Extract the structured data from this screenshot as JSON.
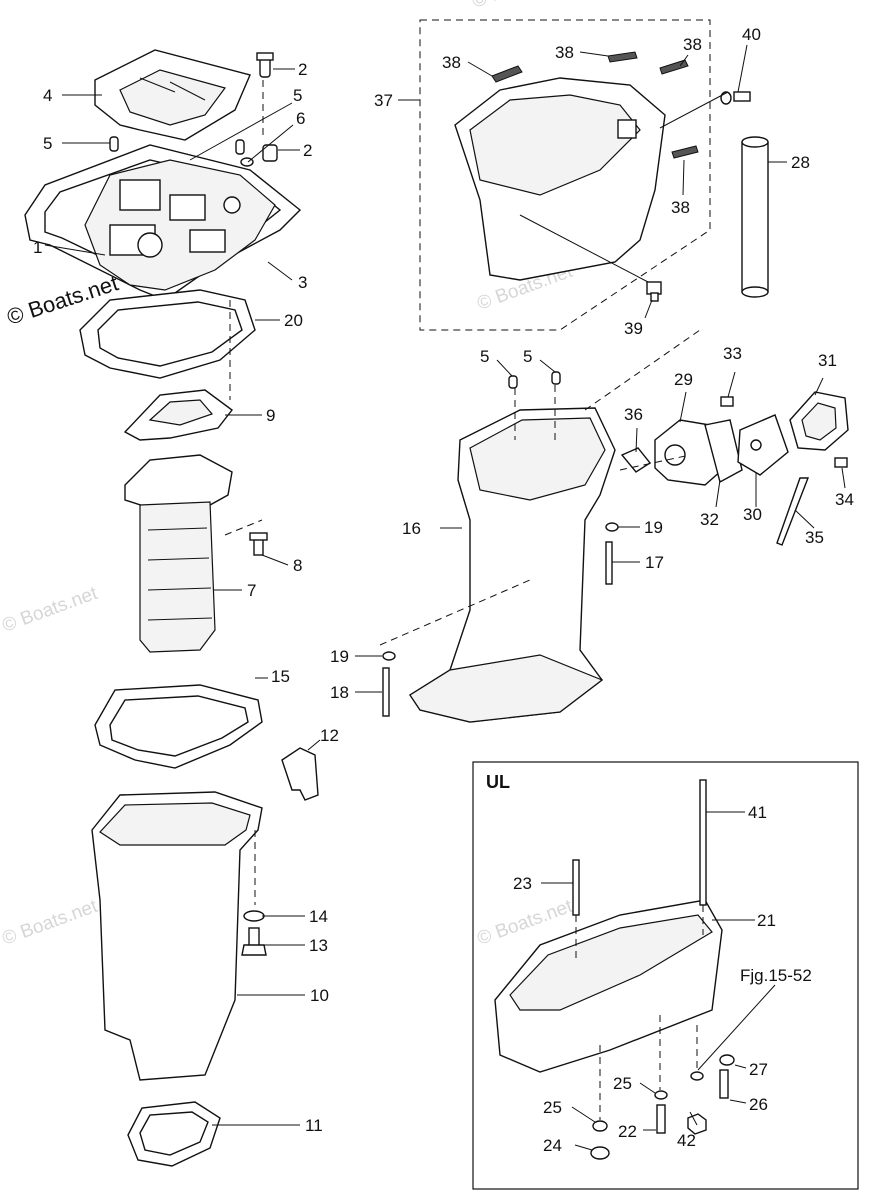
{
  "watermark": {
    "main": "© Boats.net",
    "faint": "© Boats.net"
  },
  "inset": {
    "title": "UL",
    "reference": "Fjg.15-52"
  },
  "callouts": {
    "c1": "1",
    "c2a": "2",
    "c2b": "2",
    "c3": "3",
    "c4": "4",
    "c5a": "5",
    "c5b": "5",
    "c5c": "5",
    "c5d": "5",
    "c6": "6",
    "c7": "7",
    "c8": "8",
    "c9": "9",
    "c10": "10",
    "c11": "11",
    "c12": "12",
    "c13": "13",
    "c14": "14",
    "c15": "15",
    "c16": "16",
    "c17": "17",
    "c18": "18",
    "c19a": "19",
    "c19b": "19",
    "c20": "20",
    "c21": "21",
    "c22": "22",
    "c23": "23",
    "c24": "24",
    "c25a": "25",
    "c25b": "25",
    "c26": "26",
    "c27": "27",
    "c28": "28",
    "c29": "29",
    "c30": "30",
    "c31": "31",
    "c32": "32",
    "c33": "33",
    "c34": "34",
    "c35": "35",
    "c36": "36",
    "c37": "37",
    "c38a": "38",
    "c38b": "38",
    "c38c": "38",
    "c38d": "38",
    "c39": "39",
    "c40": "40",
    "c41": "41",
    "c42": "42"
  }
}
